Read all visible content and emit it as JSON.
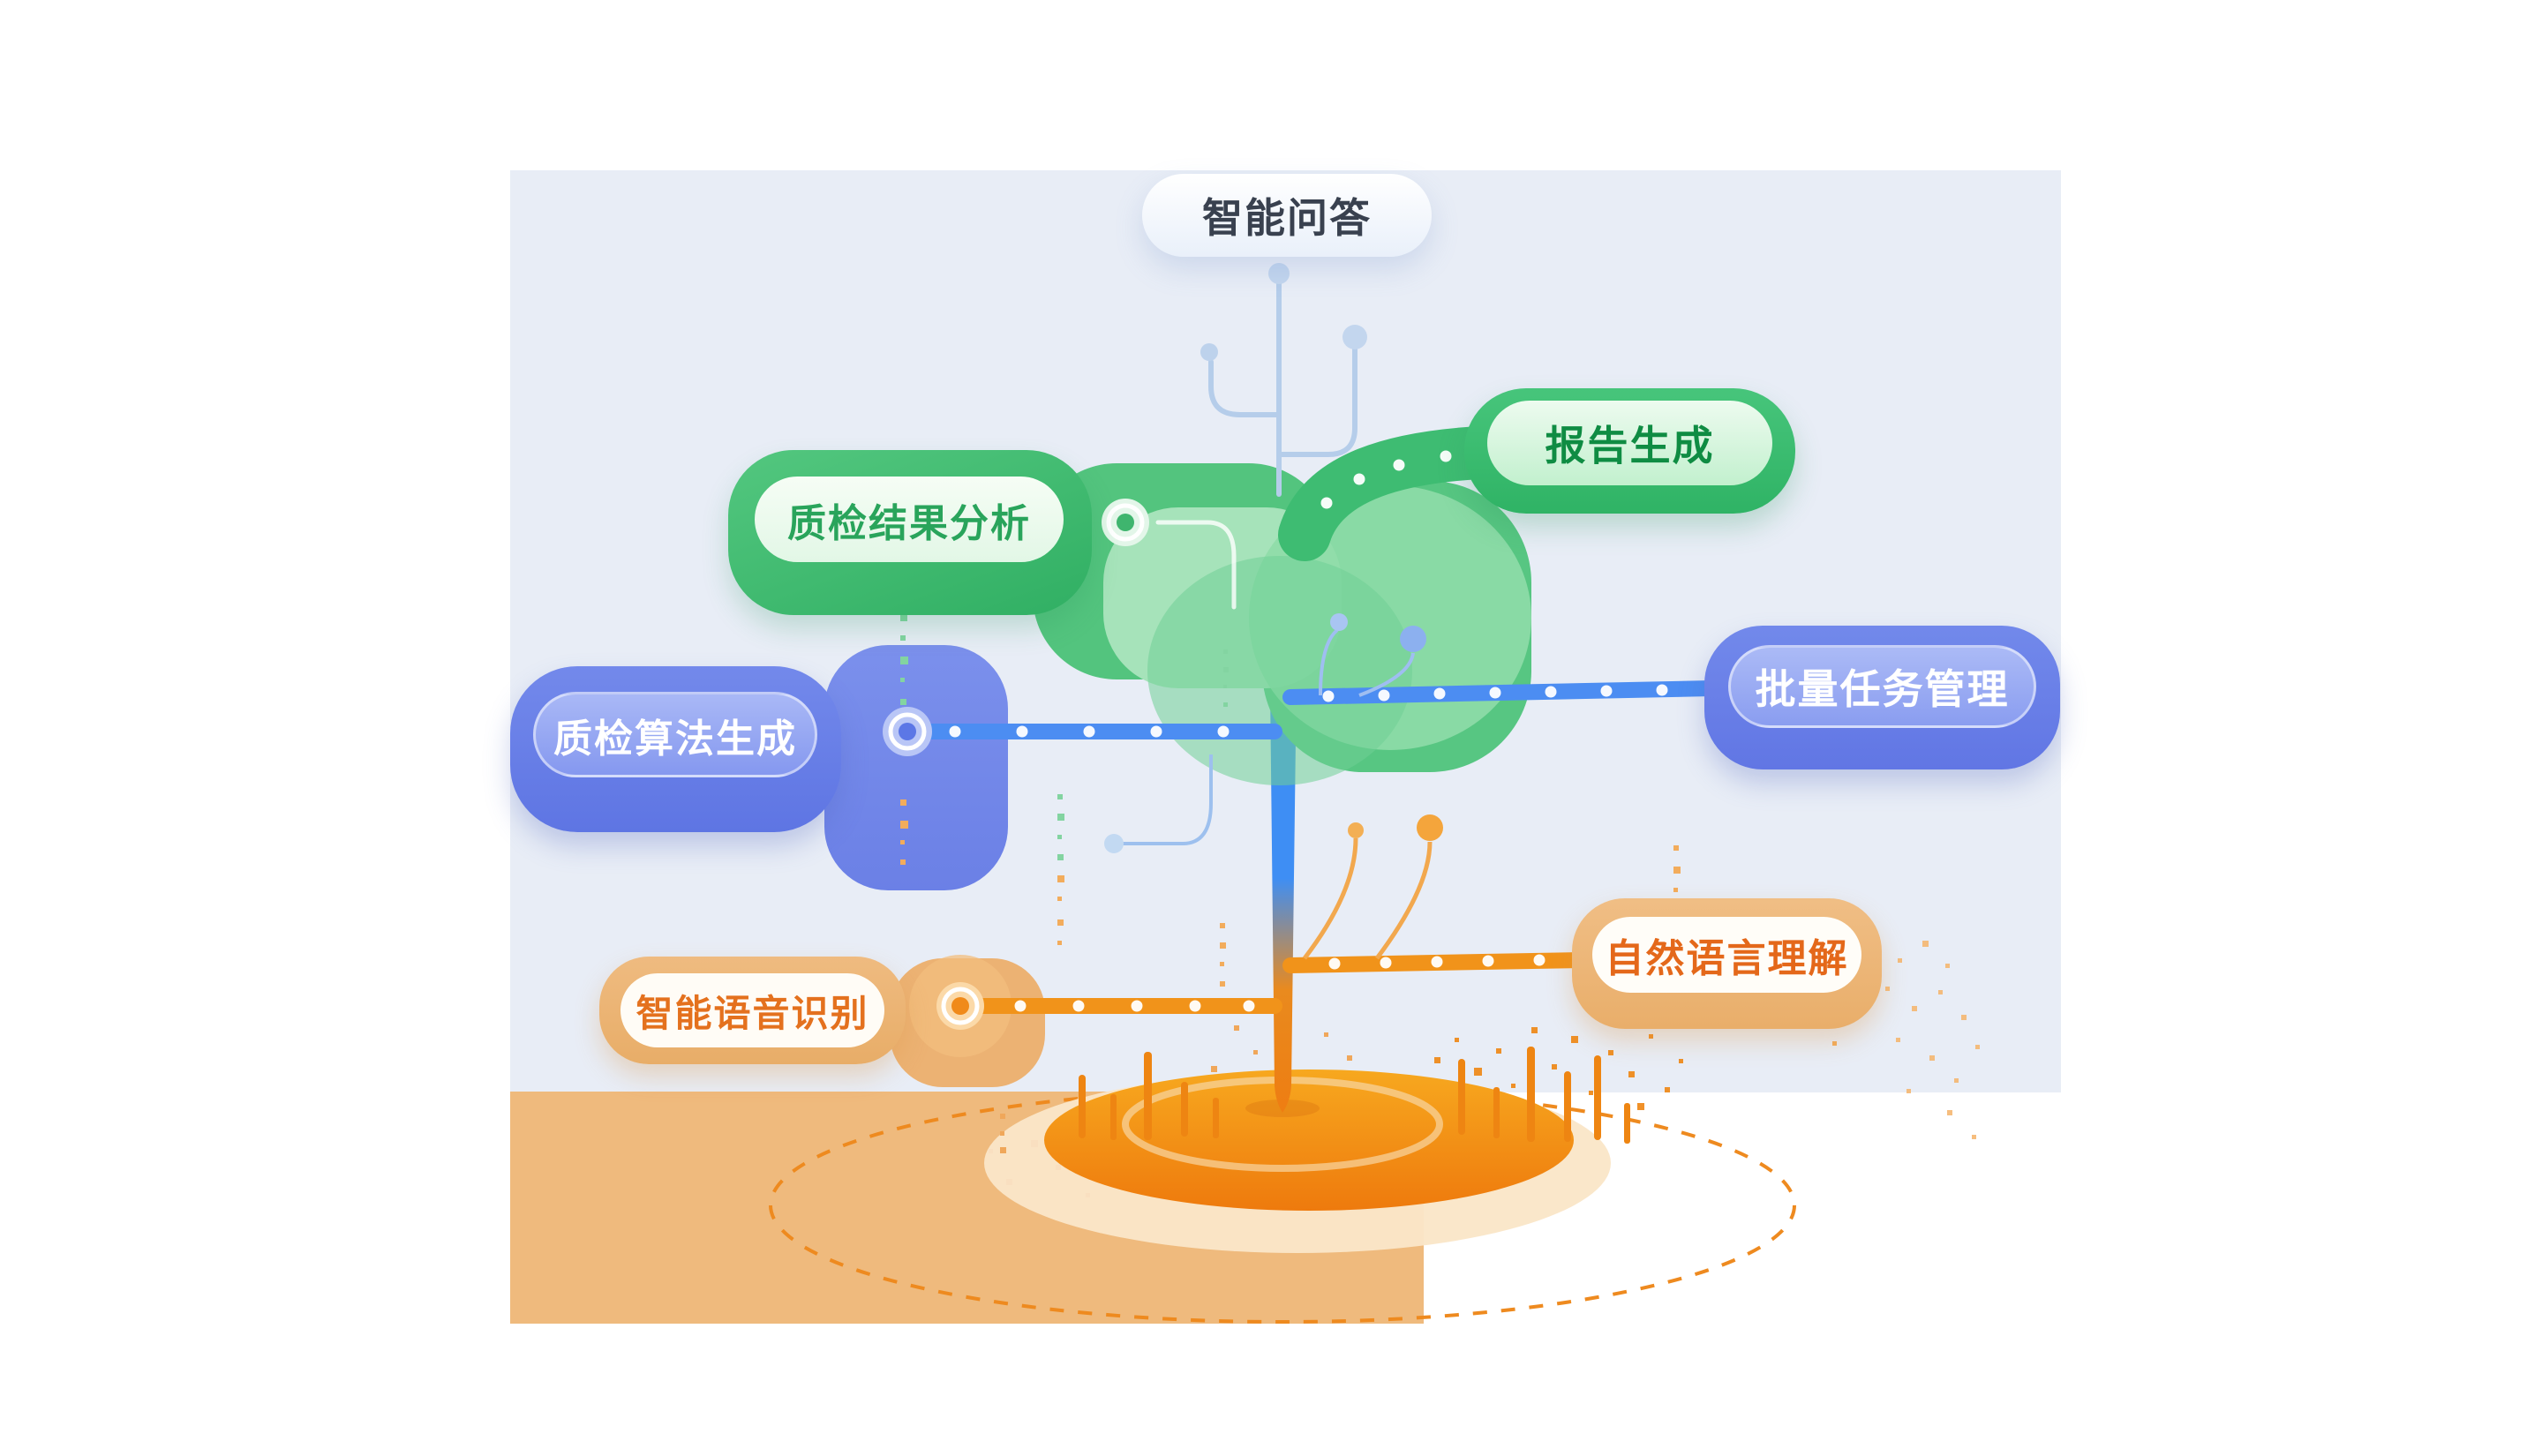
{
  "nodes": {
    "qa": {
      "label": "智能问答",
      "accent": "neutral"
    },
    "report": {
      "label": "报告生成",
      "accent": "green"
    },
    "inspection_analysis": {
      "label": "质检结果分析",
      "accent": "green"
    },
    "batch_task": {
      "label": "批量任务管理",
      "accent": "blue"
    },
    "inspection_algorithm": {
      "label": "质检算法生成",
      "accent": "blue"
    },
    "nlu": {
      "label": "自然语言理解",
      "accent": "orange"
    },
    "asr": {
      "label": "智能语音识别",
      "accent": "orange"
    }
  },
  "colors": {
    "background_panel": "#E8EDF6",
    "ground": "#EFBA7D",
    "green": "#3FBC72",
    "green_light": "#A6E3BA",
    "blue": "#6D85E9",
    "trunk_blue": "#3E8EF4",
    "branch_blue": "#4C8DF2",
    "orange": "#F1931A",
    "orange_tan": "#EDB97D",
    "circuit_light_blue": "#B5CDEA",
    "text_dark": "#39414F",
    "text_green": "#0F8C43",
    "text_orange": "#E4681A"
  }
}
